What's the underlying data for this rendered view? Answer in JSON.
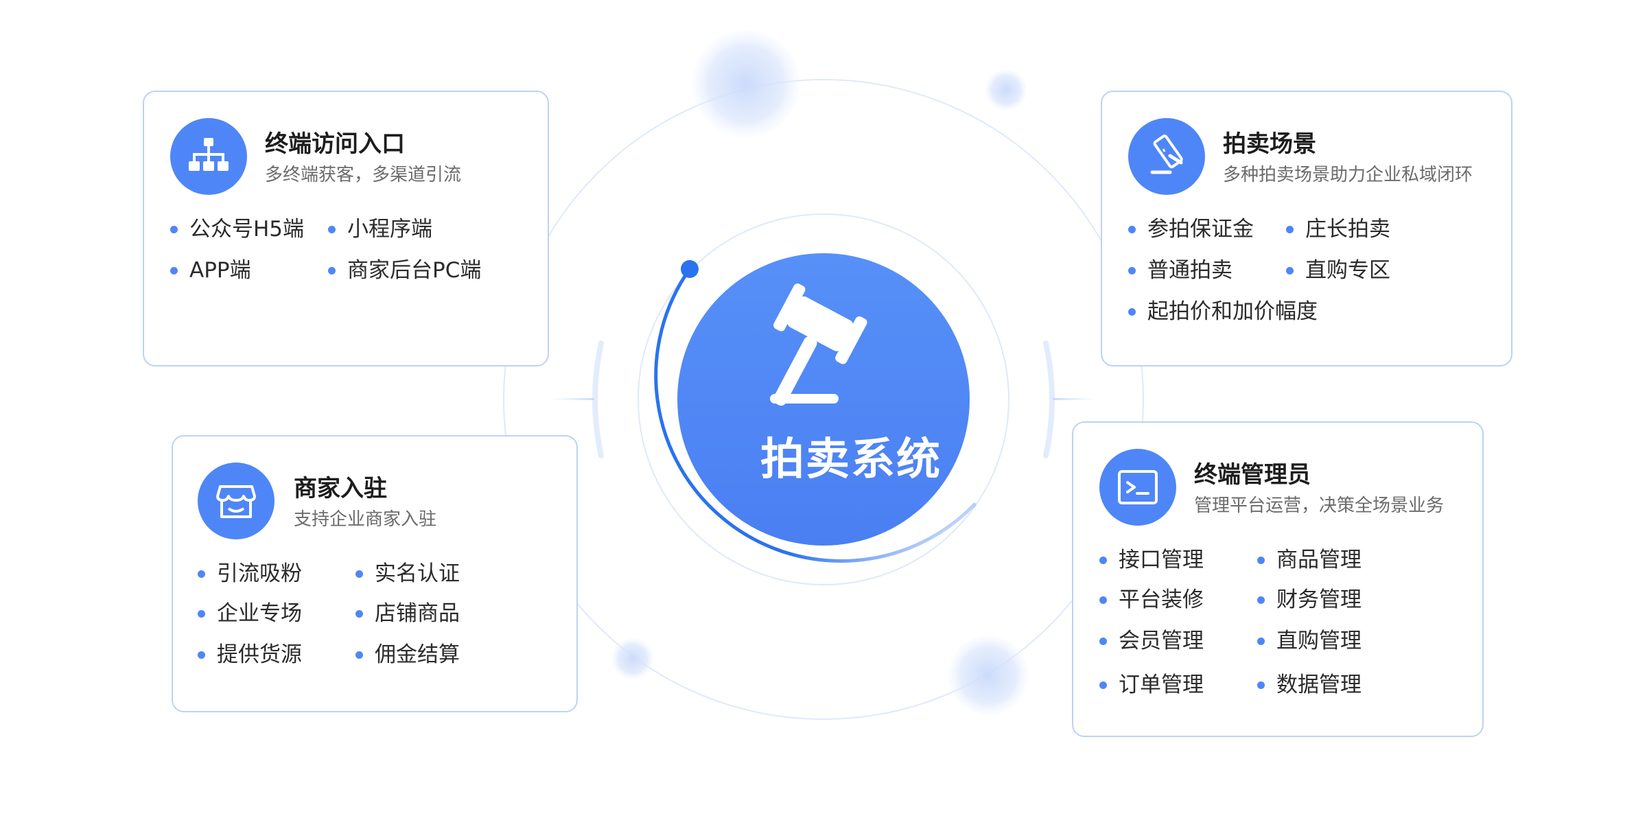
{
  "center": {
    "title": "拍卖系统",
    "icon": "gavel-icon"
  },
  "colors": {
    "primary": "#4f86f7",
    "accent": "#2a72f0",
    "border": "#bcd2f7",
    "ring": "#dbe7fb"
  },
  "cards": {
    "terminal_access": {
      "title": "终端访问入口",
      "subtitle": "多终端获客，多渠道引流",
      "icon": "sitemap-icon",
      "items": [
        "公众号H5端",
        "小程序端",
        "APP端",
        "商家后台PC端"
      ]
    },
    "auction_scenes": {
      "title": "拍卖场景",
      "subtitle": "多种拍卖场景助力企业私域闭环",
      "icon": "gavel-icon",
      "items": [
        "参拍保证金",
        "庄长拍卖",
        "普通拍卖",
        "直购专区",
        "起拍价和加价幅度"
      ]
    },
    "merchant_entry": {
      "title": "商家入驻",
      "subtitle": "支持企业商家入驻",
      "icon": "storefront-icon",
      "items": [
        "引流吸粉",
        "实名认证",
        "企业专场",
        "店铺商品",
        "提供货源",
        "佣金结算"
      ]
    },
    "terminal_admin": {
      "title": "终端管理员",
      "subtitle": "管理平台运营，决策全场景业务",
      "icon": "terminal-icon",
      "items": [
        "接口管理",
        "商品管理",
        "平台装修",
        "财务管理",
        "会员管理",
        "直购管理",
        "订单管理",
        "数据管理"
      ]
    }
  }
}
